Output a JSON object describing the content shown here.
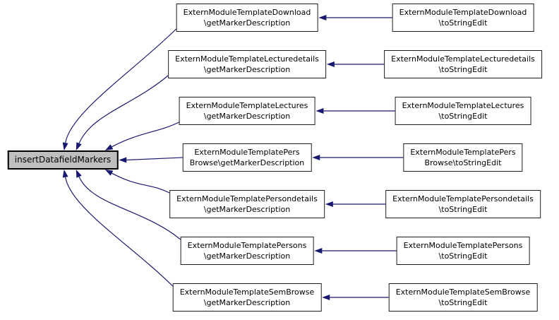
{
  "graph": {
    "root": {
      "label": "insertDatafieldMarkers"
    },
    "rows": [
      {
        "middle": {
          "line1": "ExternModuleTemplateDownload",
          "line2": "\\getMarkerDescription"
        },
        "right": {
          "line1": "ExternModuleTemplateDownload",
          "line2": "\\toStringEdit"
        }
      },
      {
        "middle": {
          "line1": "ExternModuleTemplateLecturedetails",
          "line2": "\\getMarkerDescription"
        },
        "right": {
          "line1": "ExternModuleTemplateLecturedetails",
          "line2": "\\toStringEdit"
        }
      },
      {
        "middle": {
          "line1": "ExternModuleTemplateLectures",
          "line2": "\\getMarkerDescription"
        },
        "right": {
          "line1": "ExternModuleTemplateLectures",
          "line2": "\\toStringEdit"
        }
      },
      {
        "middle": {
          "line1": "ExternModuleTemplatePers",
          "line2": "Browse\\getMarkerDescription"
        },
        "right": {
          "line1": "ExternModuleTemplatePers",
          "line2": "Browse\\toStringEdit"
        }
      },
      {
        "middle": {
          "line1": "ExternModuleTemplatePersondetails",
          "line2": "\\getMarkerDescription"
        },
        "right": {
          "line1": "ExternModuleTemplatePersondetails",
          "line2": "\\toStringEdit"
        }
      },
      {
        "middle": {
          "line1": "ExternModuleTemplatePersons",
          "line2": "\\getMarkerDescription"
        },
        "right": {
          "line1": "ExternModuleTemplatePersons",
          "line2": "\\toStringEdit"
        }
      },
      {
        "middle": {
          "line1": "ExternModuleTemplateSemBrowse",
          "line2": "\\getMarkerDescription"
        },
        "right": {
          "line1": "ExternModuleTemplateSemBrowse",
          "line2": "\\toStringEdit"
        }
      }
    ],
    "colors": {
      "edge": "#191970",
      "node_border": "#1c1c1c",
      "node_fill": "#ffffff",
      "root_fill": "#bfbfbf",
      "background": "#ffffff"
    }
  }
}
